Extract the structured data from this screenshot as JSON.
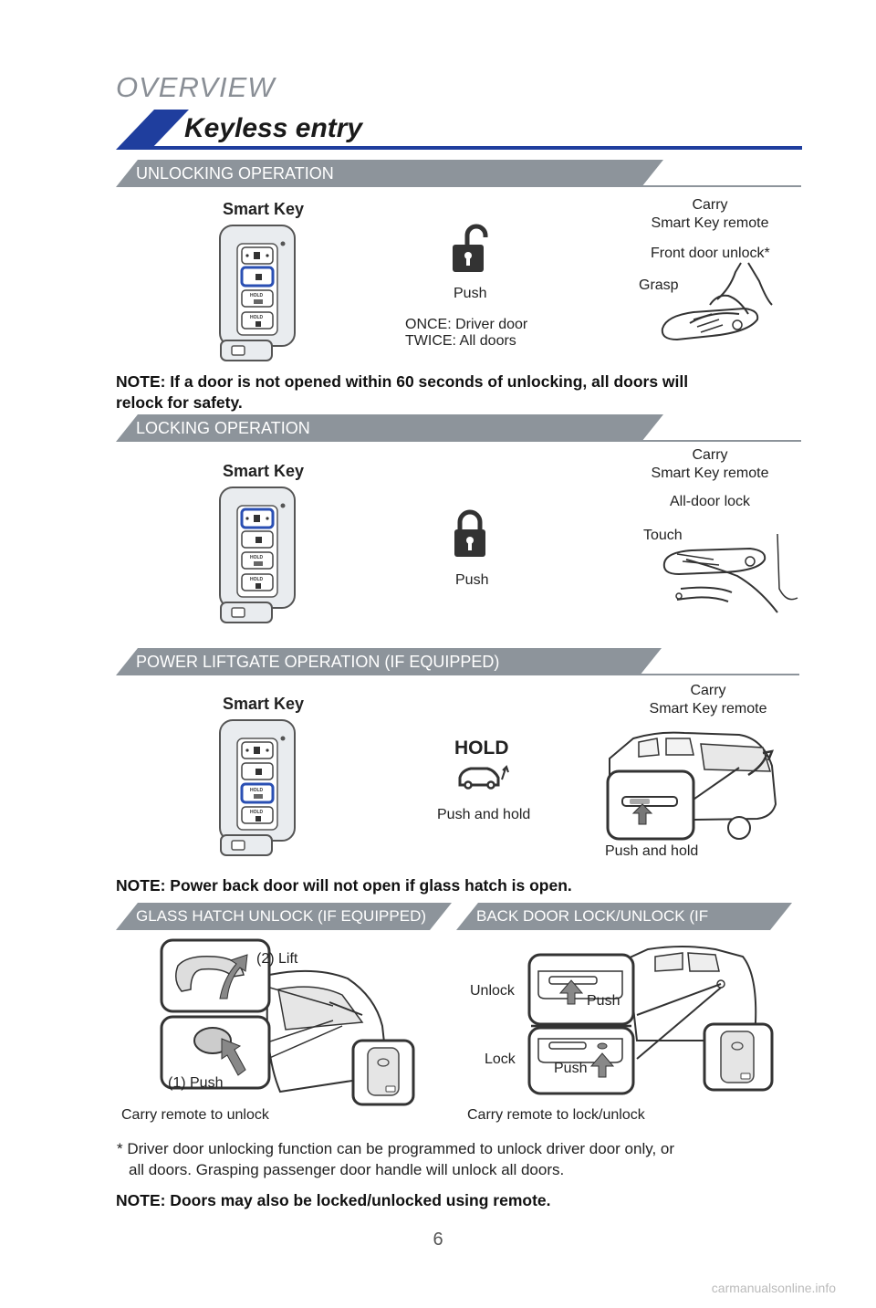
{
  "page": {
    "overview": "OVERVIEW",
    "title": "Keyless entry",
    "page_number": "6",
    "watermark": "carmanualsonline.info"
  },
  "unlocking": {
    "header": "UNLOCKING OPERATION",
    "smart_key": "Smart Key",
    "push": "Push",
    "once": "ONCE: Driver door",
    "twice": "TWICE: All doors",
    "carry": "Carry",
    "remote": "Smart Key remote",
    "front_unlock": "Front door unlock*",
    "grasp": "Grasp",
    "note_line1": "NOTE: If a door is not opened within 60 seconds of unlocking, all doors will",
    "note_line2": "relock for safety."
  },
  "locking": {
    "header": "LOCKING OPERATION",
    "smart_key": "Smart Key",
    "push": "Push",
    "carry": "Carry",
    "remote": "Smart Key remote",
    "all_door_lock": "All-door lock",
    "touch": "Touch"
  },
  "liftgate": {
    "header": "POWER LIFTGATE OPERATION (IF EQUIPPED)",
    "smart_key": "Smart Key",
    "hold": "HOLD",
    "push_hold": "Push and hold",
    "carry": "Carry",
    "remote": "Smart Key remote",
    "push_hold_2": "Push and hold",
    "note": "NOTE: Power back door will not open if glass hatch is open."
  },
  "glass_hatch": {
    "header": "GLASS HATCH UNLOCK (IF EQUIPPED)",
    "lift": "(2) Lift",
    "push": "(1) Push",
    "caption": "Carry remote to unlock"
  },
  "back_door": {
    "header": "BACK DOOR LOCK/UNLOCK (IF EQUIPPED)",
    "unlock": "Unlock",
    "lock": "Lock",
    "push_1": "Push",
    "push_2": "Push",
    "caption": "Carry remote to lock/unlock"
  },
  "footer": {
    "footnote_line1": "* Driver door unlocking function can be programmed to unlock driver door only, or",
    "footnote_line2": "all doors. Grasping passenger door handle will unlock all doors.",
    "note": "NOTE: Doors may also be locked/unlocked using remote."
  },
  "key_buttons": {
    "hold_label": "HOLD"
  },
  "colors": {
    "accent_blue": "#1f3e9e",
    "section_gray": "#8d949b",
    "key_highlight": "#2a4fb3"
  }
}
